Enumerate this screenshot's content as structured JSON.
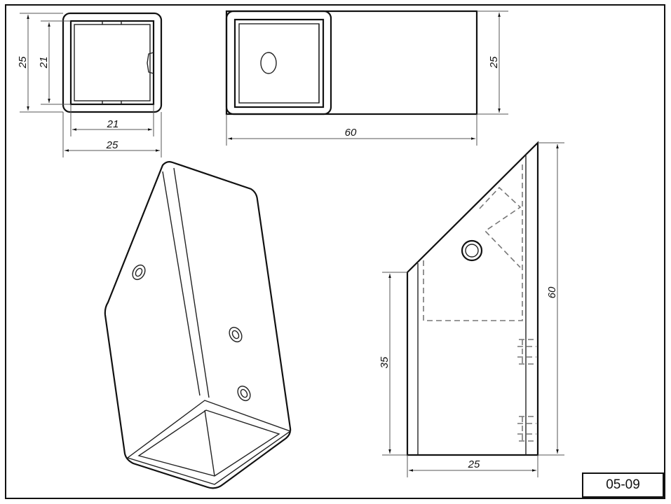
{
  "drawing_number": "05-09",
  "front_view": {
    "outer_height": "25",
    "inner_height": "21",
    "inner_width": "21",
    "outer_width": "25"
  },
  "top_view": {
    "length": "60",
    "height": "25"
  },
  "side_view": {
    "total_height": "60",
    "low_height": "35",
    "width": "25"
  },
  "colors": {
    "line": "#111111",
    "dimension": "#555555",
    "hidden": "#777777"
  }
}
